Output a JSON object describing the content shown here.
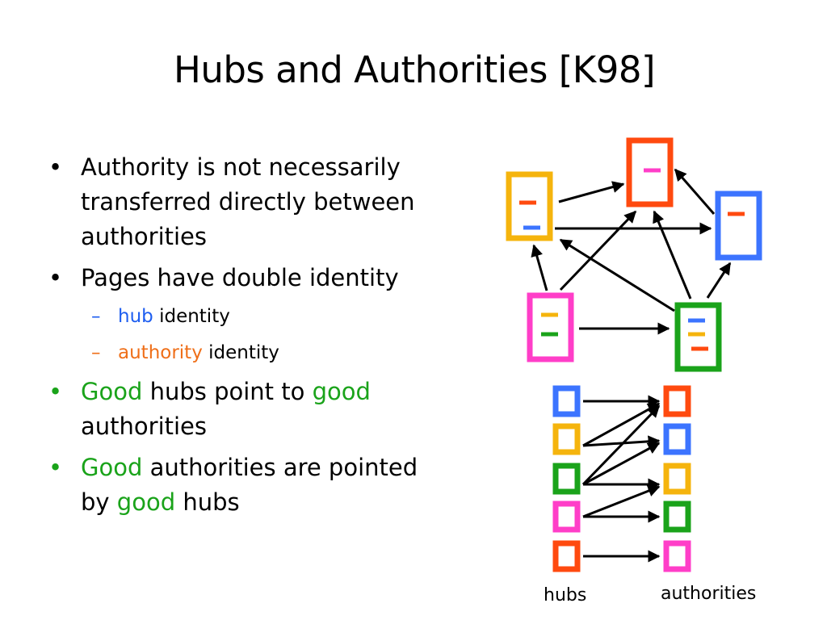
{
  "title": "Hubs and Authorities [K98]",
  "bullets": {
    "b1": {
      "bullet": "•",
      "text": "Authority is not necessarily transferred directly between authorities"
    },
    "b2": {
      "bullet": "•",
      "text": "Pages have double identity"
    },
    "sub1": {
      "dash": "–",
      "keyword": "hub",
      "rest": " identity"
    },
    "sub2": {
      "dash": "–",
      "keyword": "authority",
      "rest": " identity"
    },
    "b3": {
      "bullet": "•",
      "w1": "Good",
      "t1": " hubs point to ",
      "w2": "good",
      "t2": " authorities"
    },
    "b4": {
      "bullet": "•",
      "w1": "Good",
      "t1": " authorities are pointed by ",
      "w2": "good",
      "t2": " hubs"
    }
  },
  "diagram": {
    "hubs_label": "hubs",
    "authorities_label": "authorities",
    "colors": {
      "red": "#ff4a0f",
      "blue": "#3c74ff",
      "yellow": "#f5b40d",
      "green": "#1aa31a",
      "magenta": "#ff3ec8",
      "bullet_green": "#1aa31a",
      "hub_blue": "#1e5ef0",
      "authority_orange": "#ef6f19"
    }
  }
}
